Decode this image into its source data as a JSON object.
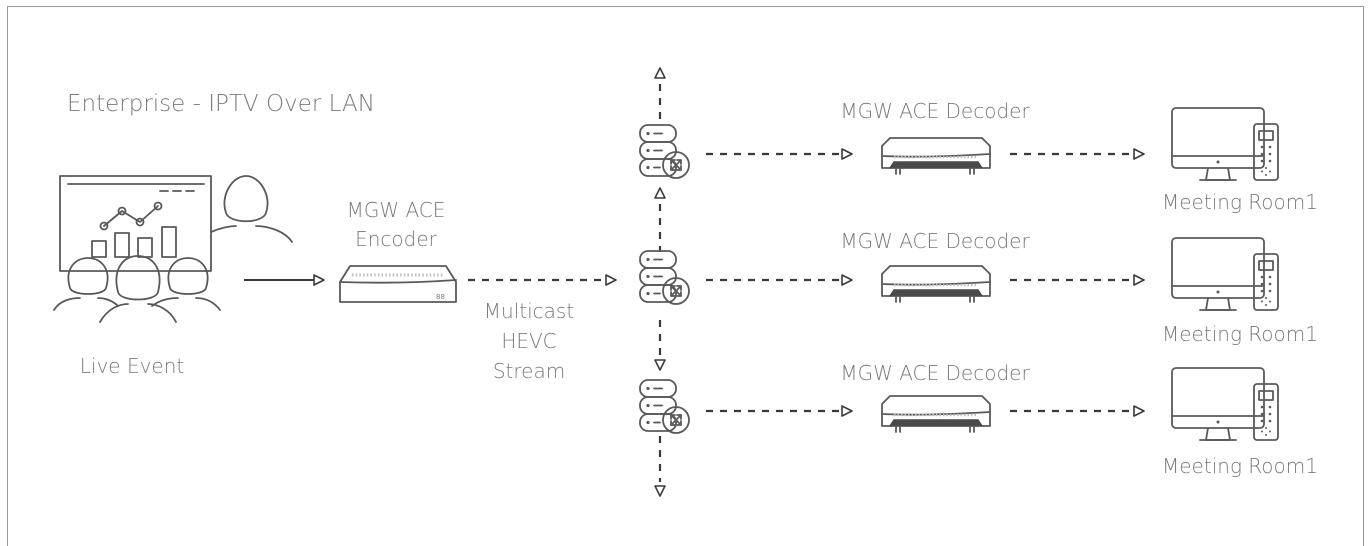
{
  "title": "Enterprise - IPTV Over LAN",
  "source": {
    "label": "Live Event"
  },
  "encoder": {
    "label_line1": "MGW ACE",
    "label_line2": "Encoder"
  },
  "stream": {
    "line1": "Multicast",
    "line2": "HEVC",
    "line3": "Stream"
  },
  "branches": [
    {
      "decoder_label": "MGW ACE Decoder",
      "room_label": "Meeting Room1"
    },
    {
      "decoder_label": "MGW ACE Decoder",
      "room_label": "Meeting Room1"
    },
    {
      "decoder_label": "MGW ACE Decoder",
      "room_label": "Meeting Room1"
    }
  ],
  "colors": {
    "line": "#3a3a3a",
    "icon": "#595959",
    "text": "#7a7a7a",
    "frame": "#9a9a9a"
  }
}
